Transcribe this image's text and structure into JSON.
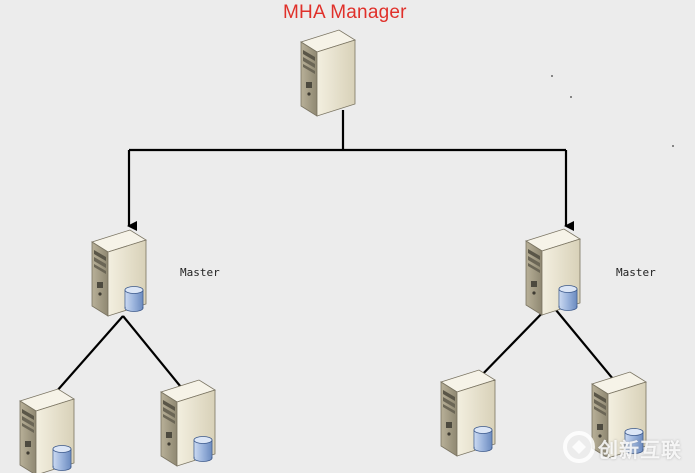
{
  "title": "MHA Manager",
  "nodes": {
    "manager": {
      "role": "manager"
    },
    "left_master": {
      "label": "Master"
    },
    "right_master": {
      "label": "Master"
    }
  },
  "watermark": {
    "text": "创新互联"
  },
  "colors": {
    "title": "#e0302a",
    "line": "#000000",
    "server_body": "#e8e3cf",
    "server_side": "#b9b29a",
    "db": "#8aa8d6"
  }
}
